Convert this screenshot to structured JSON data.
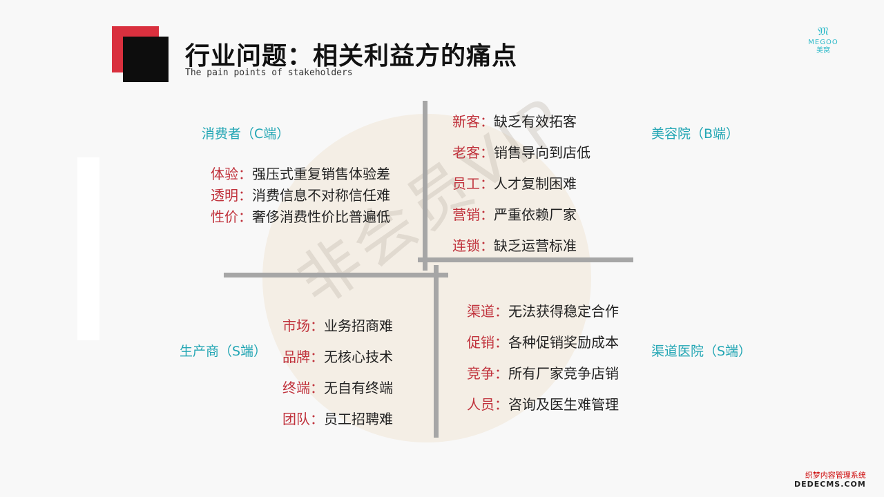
{
  "header": {
    "title": "行业问题：相关利益方的痛点",
    "subtitle": "The pain points of stakeholders"
  },
  "brand": {
    "mark": "𝔐",
    "name_en": "MEGOO",
    "name_cn": "美窝"
  },
  "watermark": "非会员VIP",
  "sections": {
    "consumer": "消费者（C端）",
    "salon": "美容院（B端）",
    "producer": "生产商（S端）",
    "channel": "渠道医院（S端）"
  },
  "consumer_items": [
    {
      "key": "体验：",
      "value": "强压式重复销售体验差"
    },
    {
      "key": "透明：",
      "value": "消费信息不对称信任难"
    },
    {
      "key": "性价：",
      "value": "奢侈消费性价比普遍低"
    }
  ],
  "salon_items": [
    {
      "key": "新客：",
      "value": "缺乏有效拓客"
    },
    {
      "key": "老客：",
      "value": "销售导向到店低"
    },
    {
      "key": "员工：",
      "value": "人才复制困难"
    },
    {
      "key": "营销：",
      "value": "严重依赖厂家"
    },
    {
      "key": "连锁：",
      "value": "缺乏运营标准"
    }
  ],
  "producer_items": [
    {
      "key": "市场：",
      "value": "业务招商难"
    },
    {
      "key": "品牌：",
      "value": "无核心技术"
    },
    {
      "key": "终端：",
      "value": "无自有终端"
    },
    {
      "key": "团队：",
      "value": "员工招聘难"
    }
  ],
  "channel_items": [
    {
      "key": "渠道：",
      "value": "无法获得稳定合作"
    },
    {
      "key": "促销：",
      "value": "各种促销奖励成本"
    },
    {
      "key": "竞争：",
      "value": "所有厂家竞争店销"
    },
    {
      "key": "人员：",
      "value": "咨询及医生难管理"
    }
  ],
  "corner_watermark": {
    "line1": "织梦内容管理系统",
    "line2": "DEDECMS.COM"
  },
  "colors": {
    "accent_red": "#c0323c",
    "section_teal": "#23a6b4",
    "logo_red": "#d9303e"
  }
}
